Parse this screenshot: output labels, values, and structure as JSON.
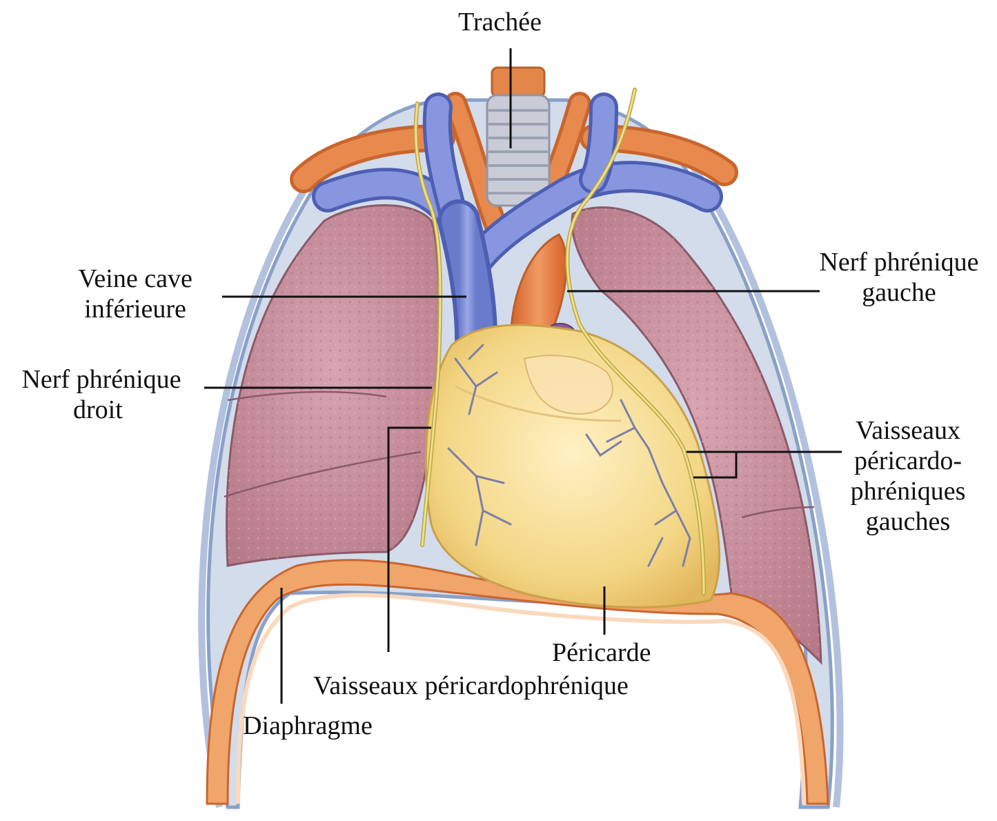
{
  "labels": {
    "trachee": "Trachée",
    "veine_cave_1": "Veine cave",
    "veine_cave_2": "inférieure",
    "nerf_droit_1": "Nerf phrénique",
    "nerf_droit_2": "droit",
    "nerf_gauche_1": "Nerf phrénique",
    "nerf_gauche_2": "gauche",
    "vaisseaux_gauches_1": "Vaisseaux",
    "vaisseaux_gauches_2": "péricardo-",
    "vaisseaux_gauches_3": "phréniques",
    "vaisseaux_gauches_4": "gauches",
    "pericarde": "Péricarde",
    "vaisseaux_bas": "Vaisseaux péricardophrénique",
    "diaphragme": "Diaphragme"
  },
  "colors": {
    "vein": "#7f8fd6",
    "artery": "#e0763a",
    "lung": "#c98f9c",
    "pleura": "#b9c9e4",
    "heart": "#f6dd95",
    "nerve": "#e7d56a",
    "trachea": "#c9ccd4",
    "leader_line": "#111111"
  }
}
